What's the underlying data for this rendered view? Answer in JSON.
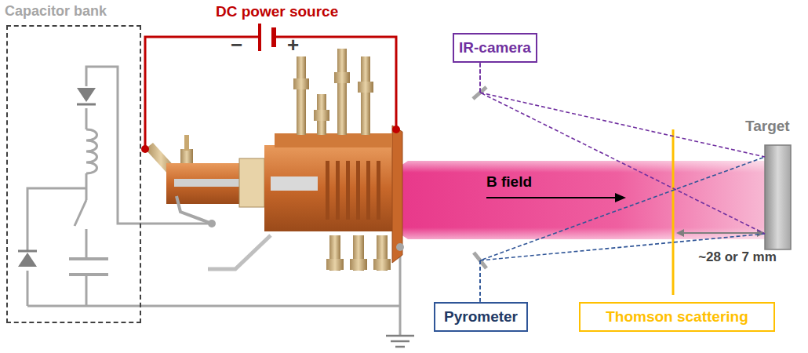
{
  "diagram": {
    "nodes": [
      {
        "text": [
          "Capacitor bank"
        ]
      },
      {
        "text": [
          "IR-camera"
        ]
      },
      {
        "text": [
          "Pyrometer"
        ]
      },
      {
        "text": [
          "Thomson scattering"
        ]
      },
      {
        "text": [
          "B field"
        ]
      },
      {
        "text": [
          "Target"
        ]
      }
    ],
    "edges": [
      {
        "from": 1,
        "to": 5,
        "arrow": "none"
      },
      {
        "from": 2,
        "to": 5,
        "arrow": "none"
      }
    ],
    "labels": [
      "DC power source",
      "−",
      "+",
      "~28 or 7 mm"
    ]
  }
}
